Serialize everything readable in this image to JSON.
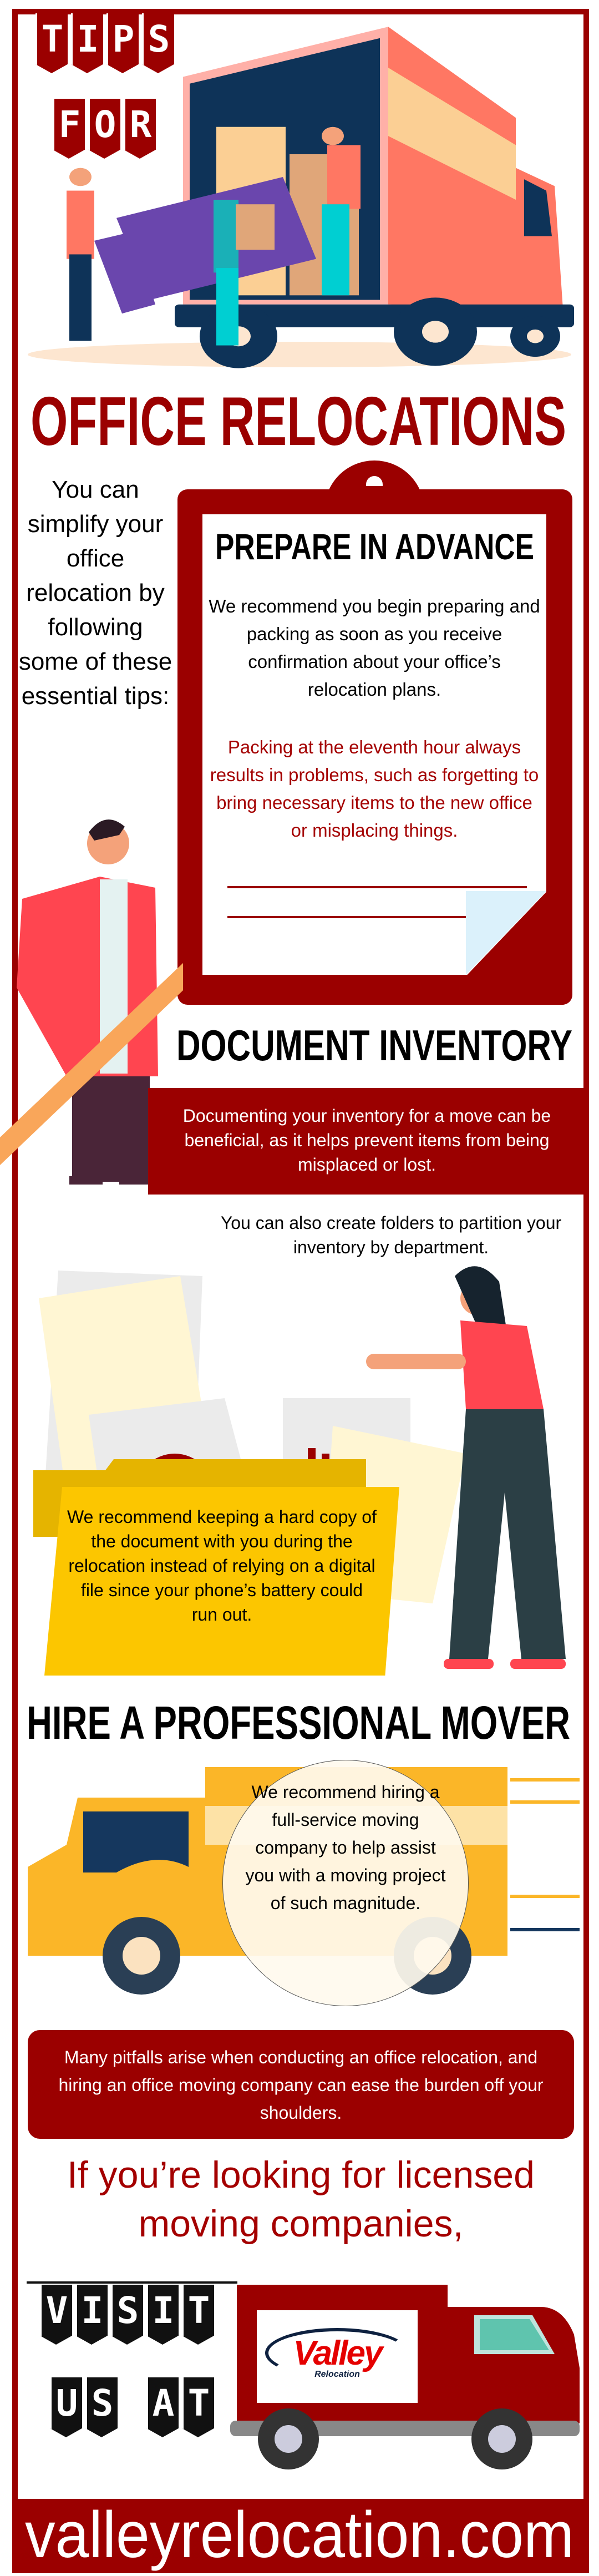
{
  "header": {
    "tips_letters": [
      "T",
      "I",
      "P",
      "S"
    ],
    "for_letters": [
      "F",
      "O",
      "R"
    ],
    "title": "OFFICE RELOCATIONS"
  },
  "intro": "You can simplify your office relocation by following some of these essential tips:",
  "sections": {
    "prepare": {
      "heading": "PREPARE IN ADVANCE",
      "text1": "We recommend you begin preparing and packing as soon as you receive confirmation about your office’s relocation plans.",
      "text2": "Packing at the eleventh hour always results in problems, such as forgetting to bring necessary items to the new office or misplacing things."
    },
    "inventory": {
      "heading": "DOCUMENT INVENTORY",
      "text1": "Documenting your inventory for a move can be beneficial, as it helps prevent items from being misplaced or lost.",
      "text2": "You can also create folders to partition your inventory by department.",
      "text3": "We recommend keeping a hard copy of the document with you during the relocation instead of relying on a digital file since your phone’s battery could run out."
    },
    "mover": {
      "heading": "HIRE A PROFESSIONAL MOVER",
      "bubble": "We recommend hiring a full-service moving company to help assist you with a moving project of such magnitude.",
      "text": "Many pitfalls arise when conducting an office relocation, and hiring an office moving company can ease the burden off your shoulders."
    }
  },
  "cta": {
    "line": "If you’re looking for licensed moving companies,",
    "visit_letters": [
      "V",
      "I",
      "S",
      "I",
      "T"
    ],
    "usat_letters": [
      "U",
      "S",
      "A",
      "T"
    ],
    "logo_text": "Valley",
    "logo_sub": "Relocation",
    "url": "valleyrelocation.com"
  },
  "colors": {
    "brand_red": "#9b0000",
    "folder_yellow": "#fcc600",
    "truck_coral": "#ff7763",
    "navy": "#0e3358"
  }
}
